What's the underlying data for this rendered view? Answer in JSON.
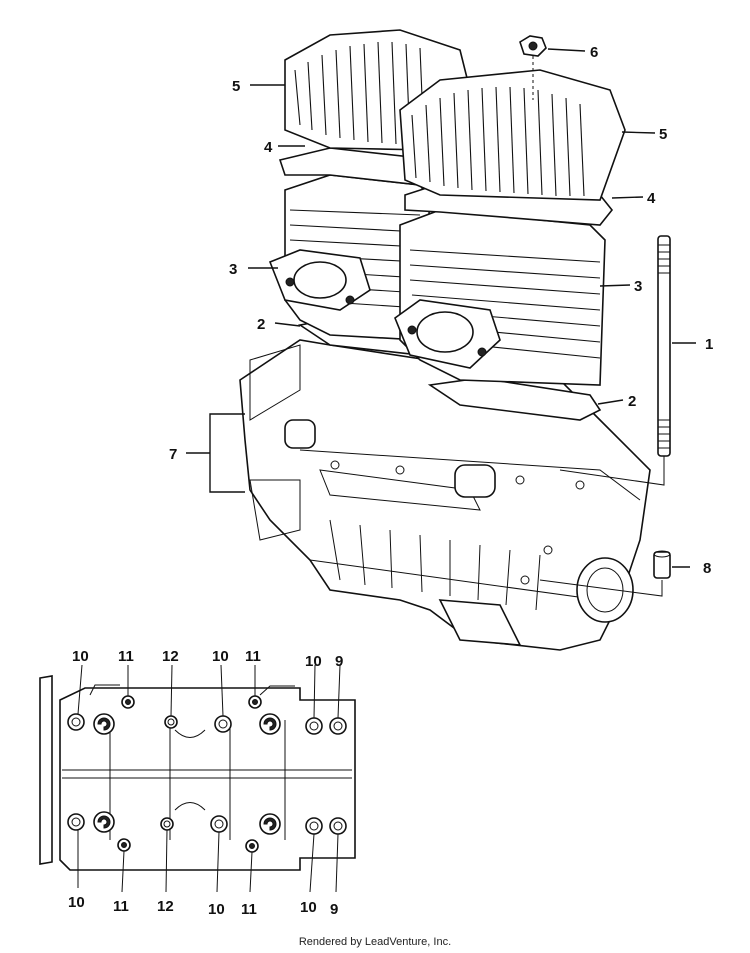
{
  "callouts_upper": {
    "c1": "1",
    "c2a": "2",
    "c2b": "2",
    "c3a": "3",
    "c3b": "3",
    "c4a": "4",
    "c4b": "4",
    "c5a": "5",
    "c5b": "5",
    "c6": "6",
    "c7": "7",
    "c8": "8"
  },
  "callouts_lower_top": [
    "10",
    "11",
    "12",
    "10",
    "11",
    "10",
    "9"
  ],
  "callouts_lower_bottom": [
    "10",
    "11",
    "12",
    "10",
    "11",
    "10",
    "9"
  ],
  "footer": "Rendered by LeadVenture, Inc."
}
